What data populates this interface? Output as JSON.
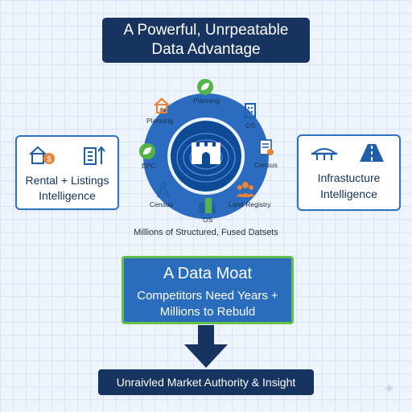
{
  "title": {
    "line1": "A Powerful, Unrpeatable",
    "line2": "Data Advantage"
  },
  "left_card": {
    "line1": "Rental + Listings",
    "line2": "Intelligence",
    "icons": [
      "house-dollar-icon",
      "building-growth-icon"
    ]
  },
  "right_card": {
    "line1": "Infrastucture",
    "line2": "Intelligence",
    "icons": [
      "bridge-icon",
      "road-icon"
    ]
  },
  "hub": {
    "center_icon": "castle-icon",
    "segments": [
      {
        "label": "Planning",
        "icon": "leaf-icon"
      },
      {
        "label": "OS",
        "icon": "office-building-icon"
      },
      {
        "label": "Census",
        "icon": "certificate-icon"
      },
      {
        "label": "Land Registry",
        "icon": "people-icon"
      },
      {
        "label": "OS",
        "icon": "city-buildings-icon"
      },
      {
        "label": "Census",
        "icon": "compass-icon"
      },
      {
        "label": "EPC",
        "icon": "leaf-icon"
      },
      {
        "label": "Planning",
        "icon": "house-icon"
      }
    ]
  },
  "caption": "Millions of Structured, Fused Datsets",
  "moat": {
    "heading": "A Data Moat",
    "line1": "Competitors Need Years +",
    "line2": "Millions to Rebuld"
  },
  "bottom": {
    "text": "Unraivled Market Authority & Insight"
  },
  "colors": {
    "navy": "#17335f",
    "blue": "#2a6dbc",
    "green": "#64c04a",
    "orange": "#e8843a"
  }
}
